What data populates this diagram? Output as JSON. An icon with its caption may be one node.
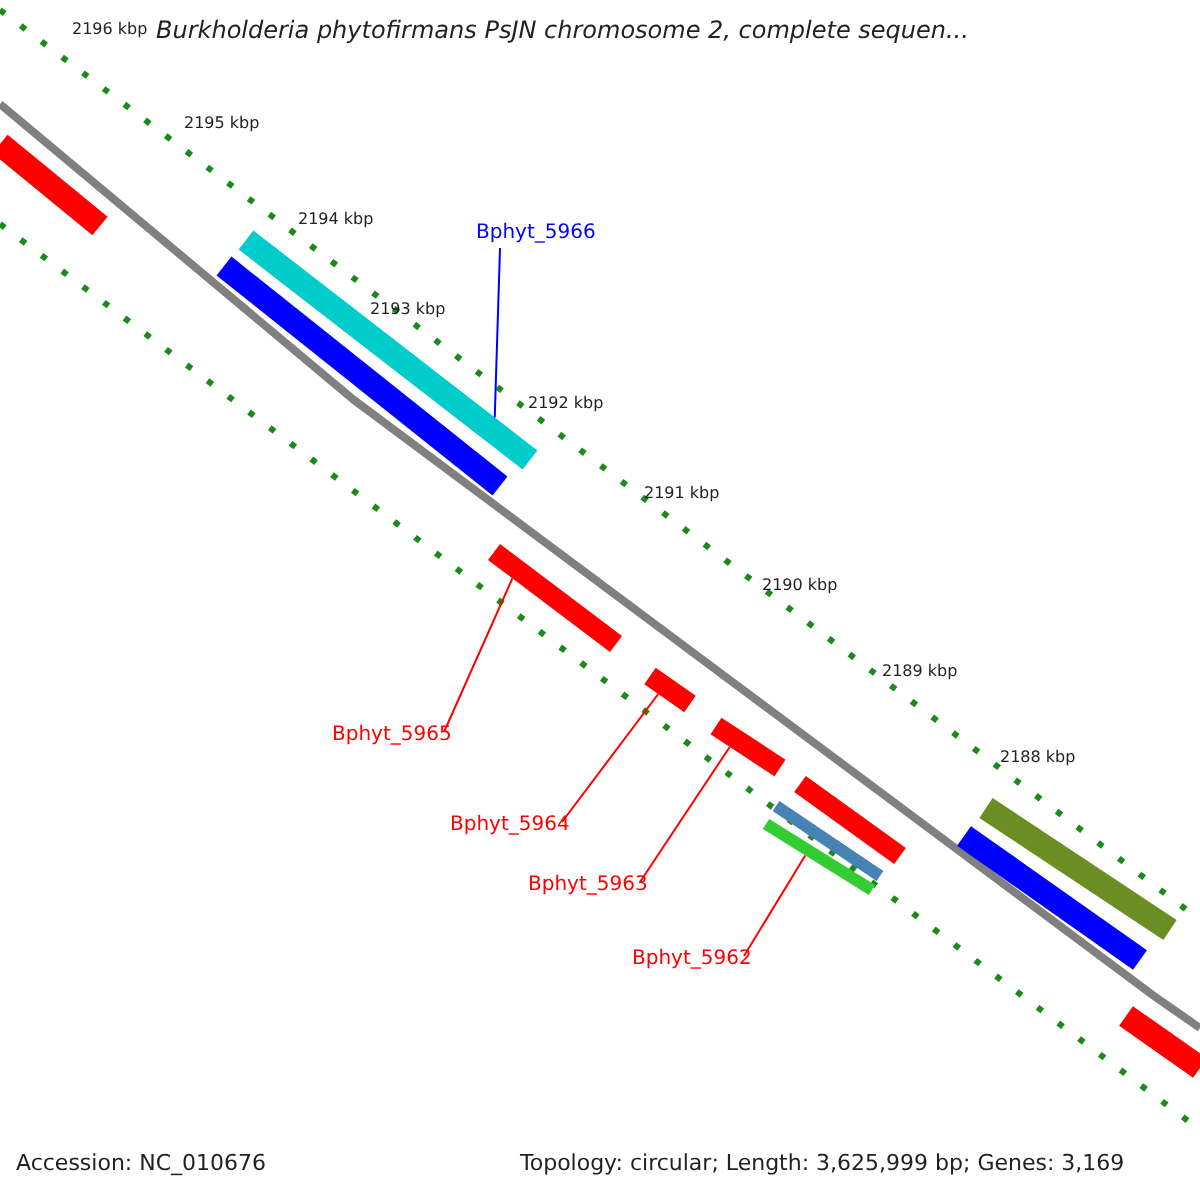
{
  "diagram": {
    "title": "Burkholderia phytofirmans PsJN chromosome 2, complete sequen...",
    "nodes": [
      {
        "text": [
          "Bphyt_5966"
        ]
      },
      {
        "text": [],
        "shape": "bar"
      },
      {
        "text": [
          "Bphyt_5965"
        ]
      },
      {
        "text": [],
        "shape": "bar"
      },
      {
        "text": [
          "Bphyt_5964"
        ]
      },
      {
        "text": [],
        "shape": "bar"
      },
      {
        "text": [
          "Bphyt_5963"
        ]
      },
      {
        "text": [],
        "shape": "bar"
      },
      {
        "text": [
          "Bphyt_5962"
        ]
      },
      {
        "text": [],
        "shape": "bar"
      }
    ],
    "edges": [
      {
        "from": 0,
        "to": 1,
        "arrow": "none",
        "color": "#0000ff"
      },
      {
        "from": 2,
        "to": 3,
        "arrow": "none"
      },
      {
        "from": 4,
        "to": 5,
        "arrow": "none"
      },
      {
        "from": 6,
        "to": 7,
        "arrow": "none"
      },
      {
        "from": 8,
        "to": 9,
        "arrow": "none"
      }
    ],
    "labels": [
      "2196 kbp",
      "2195 kbp",
      "2194 kbp",
      "2193 kbp",
      "2192 kbp",
      "2191 kbp",
      "2190 kbp",
      "2189 kbp",
      "2188 kbp",
      "Accession: NC_010676",
      "Topology: circular; Length: 3,625,999 bp; Genes: 3,169"
    ]
  }
}
